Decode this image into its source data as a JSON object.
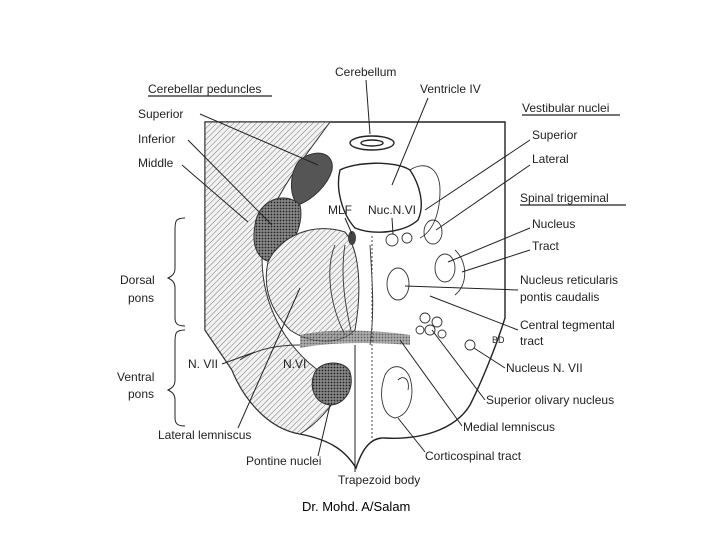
{
  "labels": {
    "cerebellum": "Cerebellum",
    "cerebellar_peduncles": "Cerebellar peduncles",
    "superior": "Superior",
    "inferior": "Inferior",
    "middle": "Middle",
    "ventricle": "Ventricle IV",
    "vestibular_nuclei": "Vestibular nuclei",
    "vest_superior": "Superior",
    "vest_lateral": "Lateral",
    "spinal_trigeminal": "Spinal trigeminal",
    "nucleus": "Nucleus",
    "tract": "Tract",
    "mlf": "MLF",
    "nuc_n_vi": "Nuc.N.VI",
    "nucleus_reticularis_1": "Nucleus reticularis",
    "nucleus_reticularis_2": "pontis caudalis",
    "central_tegmental_1": "Central tegmental",
    "central_tegmental_2": "tract",
    "dorsal_1": "Dorsal",
    "dorsal_2": "pons",
    "ventral_1": "Ventral",
    "ventral_2": "pons",
    "n_vii_left": "N. VII",
    "n_vi_mid": "N.VI",
    "nucleus_n_vii": "Nucleus N. VII",
    "superior_olivary": "Superior olivary nucleus",
    "medial_lemniscus": "Medial lemniscus",
    "lateral_lemniscus": "Lateral lemniscus",
    "pontine_nuclei": "Pontine nuclei",
    "corticospinal_tract": "Corticospinal tract",
    "trapezoid_body": "Trapezoid body",
    "signature": "BD"
  },
  "credit": "Dr. Mohd. A/Salam"
}
